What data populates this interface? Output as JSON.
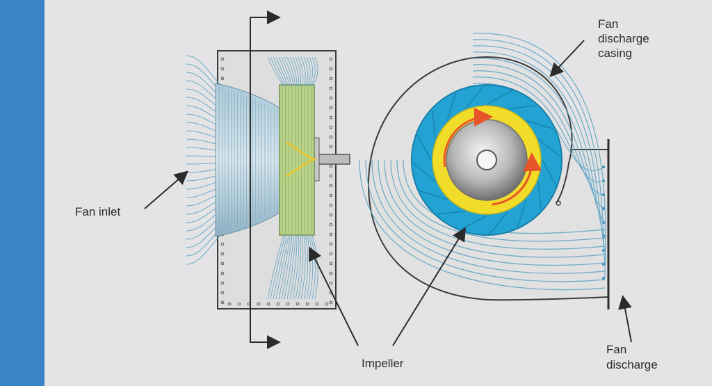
{
  "labels": {
    "fan_inlet": "Fan inlet",
    "fan_discharge_casing": [
      "Fan",
      "discharge",
      "casing"
    ],
    "impeller": "Impeller",
    "fan_discharge": [
      "Fan",
      "discharge"
    ]
  },
  "colors": {
    "side_bar": "#3b83c4",
    "background": "#e4e4e6",
    "impeller_blue": "#1f9fd0",
    "impeller_yellow": "#f2dc2a",
    "rotation_arrow": "#e8542a",
    "streamline": "#6aa9c7",
    "casing_line": "#3a3a3a"
  },
  "icons": {
    "rotation": "curved-arrow-icon",
    "flow": "arrow-right-icon"
  }
}
